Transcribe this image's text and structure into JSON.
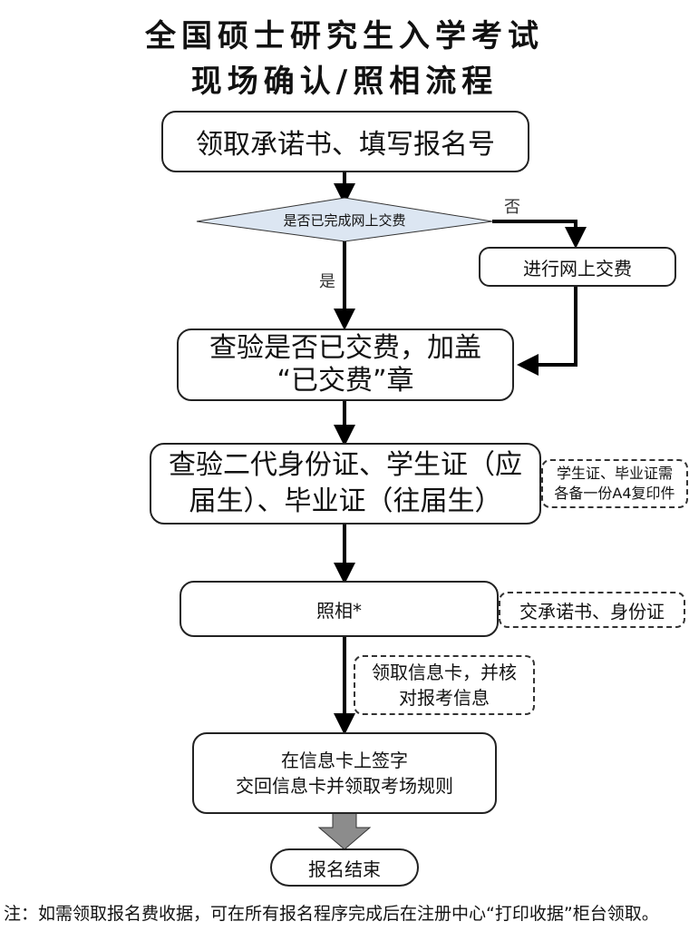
{
  "title": {
    "line1": "全国硕士研究生入学考试",
    "line2": "现场确认/照相流程"
  },
  "steps": {
    "step1": "领取承诺书、填写报名号",
    "decision": "是否已完成网上交费",
    "no_label": "否",
    "yes_label": "是",
    "pay_online": "进行网上交费",
    "check_fee_line1": "查验是否已交费，加盖",
    "check_fee_line2": "“已交费”章",
    "check_id_line1": "查验二代身份证、学生证（应",
    "check_id_line2": "届生）、毕业证（往届生）",
    "check_id_note_line1": "学生证、毕业证需",
    "check_id_note_line2": "各备一份A4复印件",
    "photo": "照相*",
    "photo_note": "交承诺书、身份证",
    "info_card_note_line1": "领取信息卡，并核",
    "info_card_note_line2": "对报考信息",
    "sign_line1": "在信息卡上签字",
    "sign_line2": "交回信息卡并领取考场规则",
    "end": "报名结束"
  },
  "footnote": "注：如需领取报名费收据，可在所有报名程序完成后在注册中心“打印收据”柜台领取。",
  "colors": {
    "decision_fill": "#dce6f2",
    "end_arrow_fill": "#8c8c8c",
    "line": "#000000"
  }
}
